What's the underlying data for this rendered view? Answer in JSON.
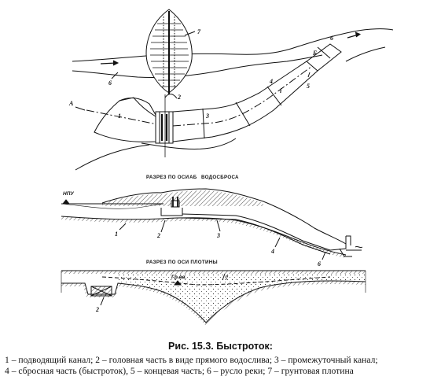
{
  "figure": {
    "section1_title": "РАЗРЕЗ ПО ОСИ",
    "section1_axis": "АБ",
    "section1_title_end": "ВОДОСБРОСА",
    "section2_title": "РАЗРЕЗ ПО ОСИ ПЛОТИНЫ",
    "label_A": "А",
    "label_B": "Б",
    "label_npu": "НПУ",
    "label_gr": "Гр.вв.",
    "label_i": "i",
    "numbers": [
      "1",
      "2",
      "3",
      "4",
      "5",
      "6",
      "7"
    ]
  },
  "caption": {
    "title": "Рис. 15.3. Быстроток:",
    "line1": "1 – подводящий канал; 2 – головная часть в виде прямого водослива; 3 – промежуточный канал;",
    "line2": "4 – сбросная часть (быстроток), 5 – концевая часть; 6 – русло реки; 7 – грунтовая плотина"
  }
}
